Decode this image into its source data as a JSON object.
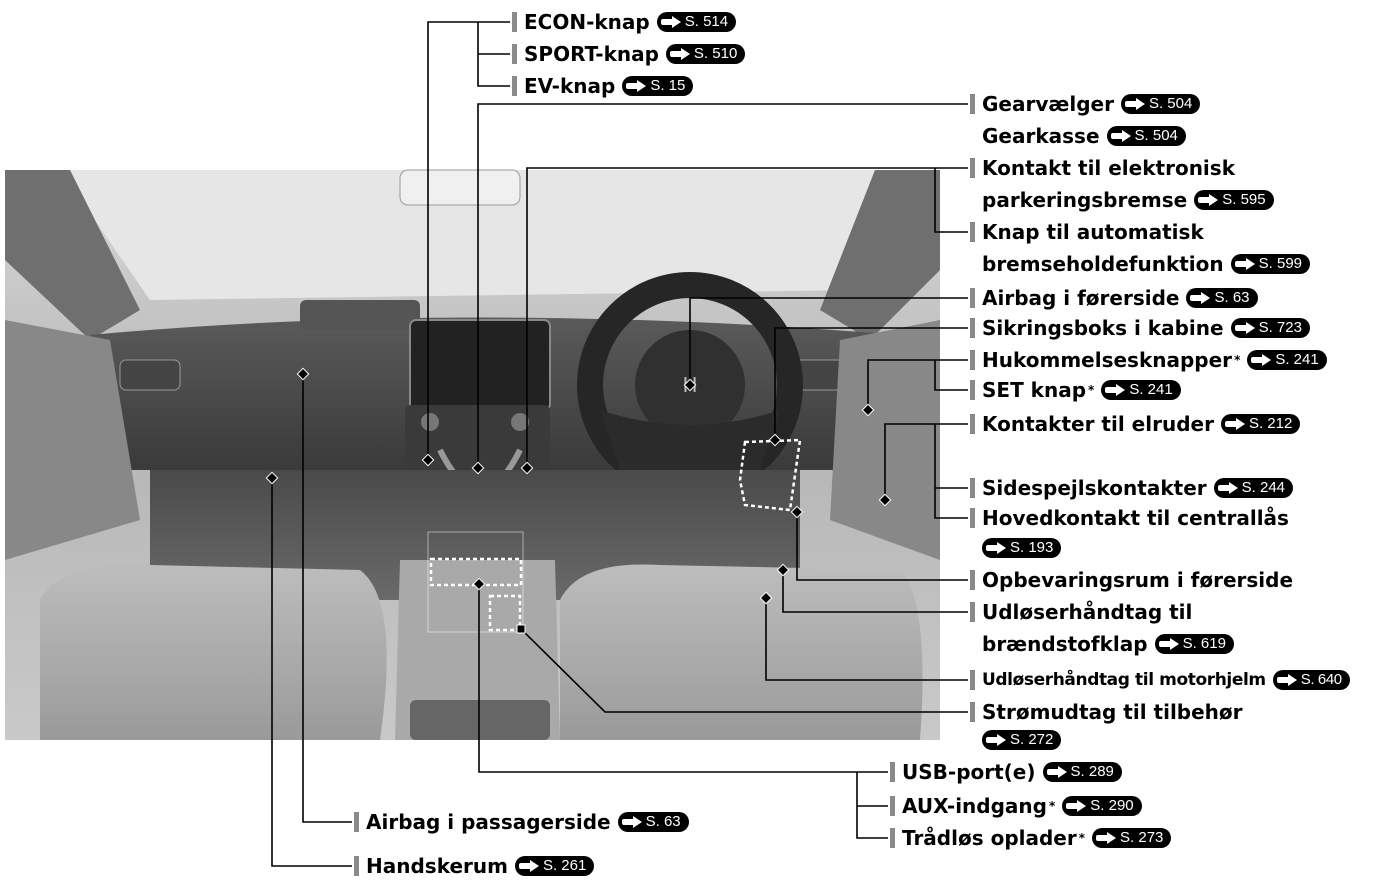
{
  "labels": [
    {
      "id": "econ",
      "text": "ECON-knap",
      "ref": "S. 514"
    },
    {
      "id": "sport",
      "text": "SPORT-knap",
      "ref": "S. 510"
    },
    {
      "id": "ev",
      "text": "EV-knap",
      "ref": "S. 15"
    },
    {
      "id": "gearvaelger",
      "text": "Gearvælger",
      "ref": "S. 504"
    },
    {
      "id": "gearkasse",
      "text": "Gearkasse",
      "ref": "S. 504",
      "cont": true
    },
    {
      "id": "park1",
      "text": "Kontakt til elektronisk"
    },
    {
      "id": "park2",
      "text": "parkeringsbremse",
      "ref": "S. 595",
      "cont": true
    },
    {
      "id": "bremse1",
      "text": "Knap til automatisk"
    },
    {
      "id": "bremse2",
      "text": "bremseholdefunktion",
      "ref": "S. 599",
      "cont": true
    },
    {
      "id": "airbag_f",
      "text": "Airbag i førerside",
      "ref": "S. 63"
    },
    {
      "id": "sikring",
      "text": "Sikringsboks i kabine",
      "ref": "S. 723"
    },
    {
      "id": "hukommelse",
      "text": "Hukommelsesknapper",
      "star": "*",
      "ref": "S. 241"
    },
    {
      "id": "set",
      "text": "SET knap",
      "star": "*",
      "ref": "S. 241"
    },
    {
      "id": "elruder",
      "text": "Kontakter til elruder",
      "ref": "S. 212"
    },
    {
      "id": "sidespejl",
      "text": "Sidespejlskontakter",
      "ref": "S. 244"
    },
    {
      "id": "central1",
      "text": "Hovedkontakt til centrallås"
    },
    {
      "id": "central2",
      "text": "",
      "ref": "S. 193",
      "cont": true
    },
    {
      "id": "opbevaring",
      "text": "Opbevaringsrum i førerside"
    },
    {
      "id": "brand1",
      "text": "Udløserhåndtag til"
    },
    {
      "id": "brand2",
      "text": "brændstofklap",
      "ref": "S. 619",
      "cont": true
    },
    {
      "id": "motor",
      "text": "Udløserhåndtag til motorhjelm",
      "ref": "S. 640",
      "narrow": true
    },
    {
      "id": "strom1",
      "text": "Strømudtag til tilbehør"
    },
    {
      "id": "strom2",
      "text": "",
      "ref": "S. 272",
      "cont": true
    },
    {
      "id": "usb",
      "text": "USB-port(e)",
      "ref": "S. 289"
    },
    {
      "id": "aux",
      "text": "AUX-indgang",
      "star": "*",
      "ref": "S. 290"
    },
    {
      "id": "wireless",
      "text": "Trådløs oplader",
      "star": "*",
      "ref": "S. 273"
    },
    {
      "id": "airbag_p",
      "text": "Airbag i passagerside",
      "ref": "S. 63"
    },
    {
      "id": "handske",
      "text": "Handskerum",
      "ref": "S. 261"
    }
  ]
}
